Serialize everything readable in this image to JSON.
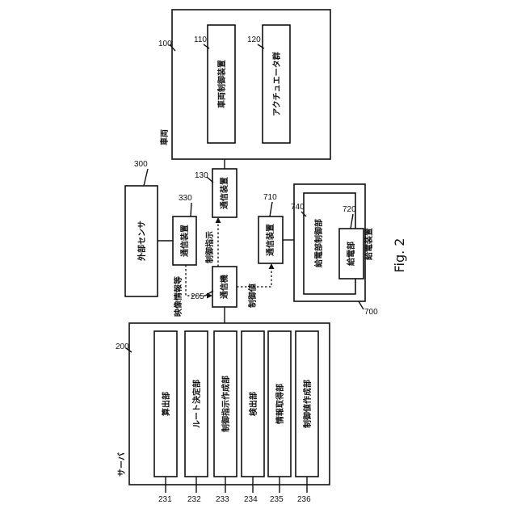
{
  "figure": {
    "caption": "Fig. 2"
  },
  "vehicle": {
    "ref": "100",
    "label": "車両",
    "control_device": {
      "ref": "110",
      "label": "車両制御装置"
    },
    "actuators": {
      "ref": "120",
      "label": "アクチュエータ群"
    },
    "comm_device": {
      "ref": "130",
      "label": "通信装置"
    }
  },
  "external_sensor": {
    "ref": "300",
    "label": "外部センサ",
    "comm_device": {
      "ref": "330",
      "label": "通信装置"
    }
  },
  "server": {
    "ref": "200",
    "label": "サーバ",
    "comm_unit": {
      "ref": "205",
      "label": "通信機"
    },
    "units": [
      {
        "ref": "231",
        "label": "算出部"
      },
      {
        "ref": "232",
        "label": "ルート決定部"
      },
      {
        "ref": "233",
        "label": "制御指示作成部"
      },
      {
        "ref": "234",
        "label": "検出部"
      },
      {
        "ref": "235",
        "label": "情報取得部"
      },
      {
        "ref": "236",
        "label": "制御値作成部"
      }
    ]
  },
  "power_supply": {
    "ref": "700",
    "label": "給電装置",
    "comm_device": {
      "ref": "710",
      "label": "通信装置"
    },
    "controller": {
      "ref": "740",
      "label": "給電部制御部"
    },
    "feeder": {
      "ref": "720",
      "label": "給電部"
    }
  },
  "signals": {
    "image_info": "映像情報等",
    "control_instruction": "制御指示",
    "control_value": "制御値"
  }
}
